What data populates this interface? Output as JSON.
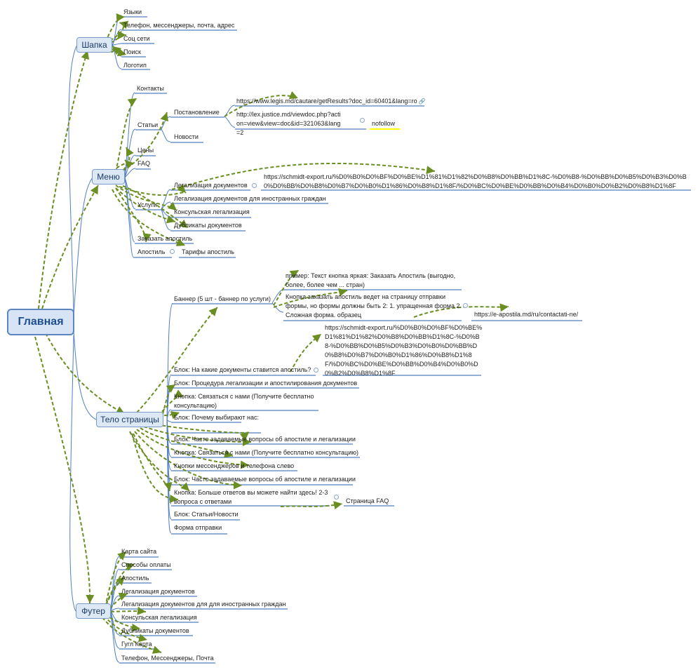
{
  "root": {
    "label": "Главная"
  },
  "header": {
    "label": "Шапка",
    "items": [
      "Языки",
      "Телефон, мессенджеры, почта, адрес",
      "Соц сети",
      "Поиск",
      "Логотип"
    ]
  },
  "menu": {
    "label": "Меню",
    "contacts": "Контакты",
    "articles": "Статьи",
    "resolution": "Постановление",
    "link1": "https://www.legis.md/cautare/getResults?doc_id=60401&lang=ro",
    "link2": "http://lex.justice.md/viewdoc.php?action=view&view=doc&id=321063&lang=2",
    "nofollow": "nofollow",
    "news": "Новости",
    "prices": "Цены",
    "faq": "FAQ",
    "services": "Услуги",
    "services_items": [
      "Легализация документов",
      "Легализация документов для иностранных граждан",
      "Консульская легализация",
      "Дубликаты документов"
    ],
    "legal_link": "https://schmidt-export.ru/%D0%B0%D0%BF%D0%BE%D1%81%D1%82%D0%B8%D0%BB%D1%8C-%D0%B8-%D0%BB%D0%B5%D0%B3%D0%B0%D0%BB%D0%B8%D0%B7%D0%B0%D1%86%D0%B8%D1%8F/%D0%BC%D0%BE%D0%BB%D0%B4%D0%B0%D0%B2%D0%B8%D1%8F",
    "order_apostille": "Заказать апостиль",
    "apostille": "Апостиль",
    "tariffs": "Тарифы апостиль"
  },
  "body": {
    "label": "Тело страницы",
    "banner": "Баннер (5 шт - баннер по услуги)",
    "banner_example": "пример: Текст кнопка яркая:  Заказать Апостиль (выгодно, более, более чем ... стран)",
    "banner_button": "Кнопка заказать апостиль ведет на страницу отправки формы, но формы должны быть 2: 1. упращенная форма 2. Сложная форма. образец",
    "banner_link": "https://e-apostila.md/ru/contactati-ne/",
    "block_docs": "Блок: На какие документы ставится апостиль?",
    "block_docs_link": "https://schmidt-export.ru/%D0%B0%D0%BF%D0%BE%D1%81%D1%82%D0%B8%D0%BB%D1%8C-%D0%B8-%D0%BB%D0%B5%D0%B3%D0%B0%D0%BB%D0%B8%D0%B7%D0%B0%D1%86%D0%B8%D1%8F/%D0%BC%D0%BE%D0%BB%D0%B4%D0%B0%D0%B2%D0%B8%D1%8F",
    "block_procedure": "Блок: Процедура легализации и апостилирования документов",
    "btn_contact1": "Кнопка: Связаться с нами (Получите бесплатно консультацию)",
    "block_why": "Блок: Почему выбирают нас:",
    "block_faq1": "Блок: Часто задаваемые вопросы об апостиле и легализации",
    "btn_contact2": "Кнопка: Связаться с нами (Получите бесплатно консультацию)",
    "btn_messengers": "Кнопки мессенджеров и телефона  слево",
    "block_faq2": "Блок: Часто задаваемые вопросы об апостиле и легализации",
    "btn_more": "Кнопка: Больше ответов вы можете найти здесь! 2-3 вопроса с ответами",
    "faq_page": "Страница FAQ",
    "block_articles": "Блок: Статьи/Новости",
    "form": "Форма отправки"
  },
  "footer": {
    "label": "Футер",
    "items": [
      "Карта сайта",
      "Способы оплаты",
      "Апостиль",
      "Легализация документов",
      "Легализация документов для для иностранных граждан",
      "Консульская легализация",
      "Дубликаты документов",
      "Гугл Карта",
      "Телефон, Мессенджеры, Почта"
    ]
  },
  "colors": {
    "tree_line": "#4f7fc2",
    "node_fill": "#dde8f5",
    "relation": "#6b8e23",
    "highlight": "#ffff00"
  }
}
